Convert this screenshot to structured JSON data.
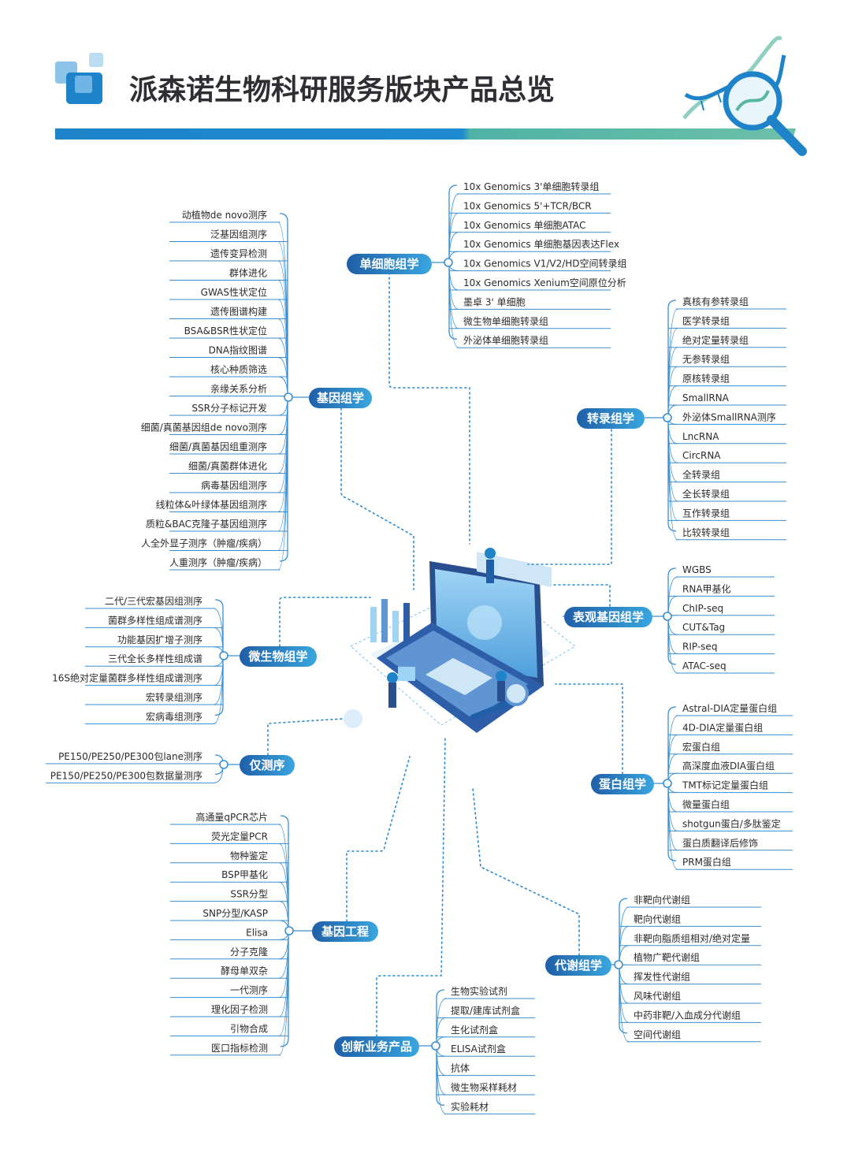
{
  "title": "派森诺生物科研服务版块产品总览",
  "colors": {
    "accent_blue": "#1e83c8",
    "accent_teal": "#59b7a0",
    "pill_dark": "#1f5fa8",
    "pill_light": "#39a3dd",
    "line_blue": "#2a8ad4"
  },
  "categories": [
    {
      "id": "single-cell",
      "label": "单细胞组学",
      "items": [
        "10x Genomics 3'单细胞转录组",
        "10x Genomics 5'+TCR/BCR",
        "10x Genomics 单细胞ATAC",
        "10x Genomics 单细胞基因表达Flex",
        "10x  Genomics V1/V2/HD空间转录组",
        "10x  Genomics Xenium空间原位分析",
        "墨卓  3' 单细胞",
        "微生物单细胞转录组",
        "外泌体单细胞转录组"
      ]
    },
    {
      "id": "genomics",
      "label": "基因组学",
      "items": [
        "动植物de novo测序",
        "泛基因组测序",
        "遗传变异检测",
        "群体进化",
        "GWAS性状定位",
        "遗传图谱构建",
        "BSA&BSR性状定位",
        "DNA指纹图谱",
        "核心种质筛选",
        "亲缘关系分析",
        "SSR分子标记开发",
        "细菌/真菌基因组de novo测序",
        "细菌/真菌基因组重测序",
        "细菌/真菌群体进化",
        "病毒基因组测序",
        "线粒体&叶绿体基因组测序",
        "质粒&BAC克隆子基因组测序",
        "人全外显子测序（肿瘤/疾病）",
        "人重测序（肿瘤/疾病）"
      ]
    },
    {
      "id": "transcriptomics",
      "label": "转录组学",
      "items": [
        "真核有参转录组",
        "医学转录组",
        "绝对定量转录组",
        "无参转录组",
        "原核转录组",
        "SmallRNA",
        "外泌体SmallRNA测序",
        "LncRNA",
        "CircRNA",
        "全转录组",
        "全长转录组",
        "互作转录组",
        "比较转录组"
      ]
    },
    {
      "id": "epigenomics",
      "label": "表观基因组学",
      "items": [
        "WGBS",
        "RNA甲基化",
        "ChIP-seq",
        "CUT&Tag",
        "RIP-seq",
        "ATAC-seq"
      ]
    },
    {
      "id": "microbiome",
      "label": "微生物组学",
      "items": [
        "二代/三代宏基因组测序",
        "菌群多样性组成谱测序",
        "功能基因扩增子测序",
        "三代全长多样性组成谱",
        "16S绝对定量菌群多样性组成谱测序",
        "宏转录组测序",
        "宏病毒组测序"
      ]
    },
    {
      "id": "seq-only",
      "label": "仅测序",
      "items": [
        "PE150/PE250/PE300包lane测序",
        "PE150/PE250/PE300包数据量测序"
      ]
    },
    {
      "id": "proteomics",
      "label": "蛋白组学",
      "items": [
        "Astral-DIA定量蛋白组",
        "4D-DIA定量蛋白组",
        "宏蛋白组",
        "高深度血液DIA蛋白组",
        "TMT标记定量蛋白组",
        "微量蛋白组",
        "shotgun蛋白/多肽鉴定",
        "蛋白质翻译后修饰",
        "PRM蛋白组"
      ]
    },
    {
      "id": "gene-engineering",
      "label": "基因工程",
      "items": [
        "高通量qPCR芯片",
        "荧光定量PCR",
        "物种鉴定",
        "BSP甲基化",
        "SSR分型",
        "SNP分型/KASP",
        "Elisa",
        "分子克隆",
        "酵母单双杂",
        "一代测序",
        "理化因子检测",
        "引物合成",
        "医口指标检测"
      ]
    },
    {
      "id": "metabolomics",
      "label": "代谢组学",
      "items": [
        "非靶向代谢组",
        "靶向代谢组",
        "非靶向脂质组相对/绝对定量",
        "植物广靶代谢组",
        "挥发性代谢组",
        "风味代谢组",
        "中药非靶/入血成分代谢组",
        "空间代谢组"
      ]
    },
    {
      "id": "innovation",
      "label": "创新业务产品",
      "items": [
        "生物实验试剂",
        "提取/建库试剂盒",
        "生化试剂盒",
        "ELISA试剂盒",
        "抗体",
        "微生物采样耗材",
        "实验耗材"
      ]
    }
  ]
}
